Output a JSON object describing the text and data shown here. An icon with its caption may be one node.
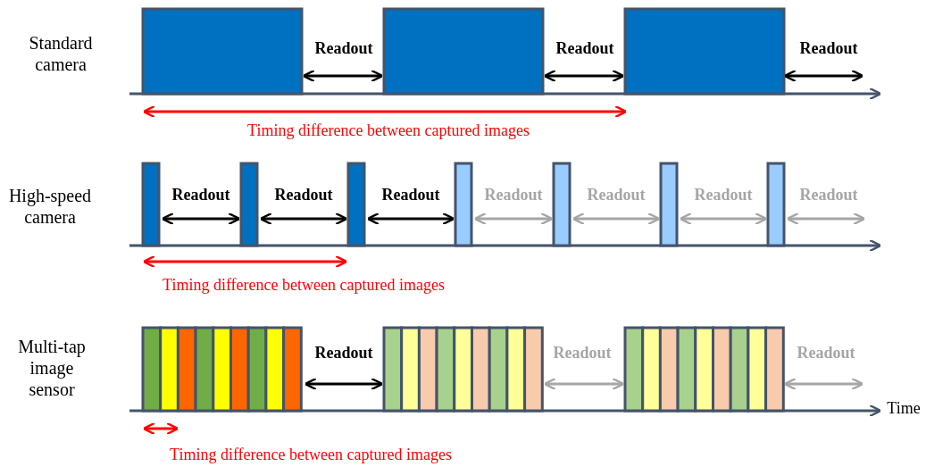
{
  "diagram": {
    "labels": [
      "Standard camera",
      "Readout",
      "Readout",
      "Readout",
      "Timing difference between captured images",
      "High-speed camera",
      "Readout",
      "Readout",
      "Readout",
      "Readout",
      "Readout",
      "Readout",
      "Readout",
      "Timing difference between captured images",
      "Multi-tap image sensor",
      "Readout",
      "Readout",
      "Readout",
      "Time",
      "Timing difference between captured images"
    ]
  }
}
